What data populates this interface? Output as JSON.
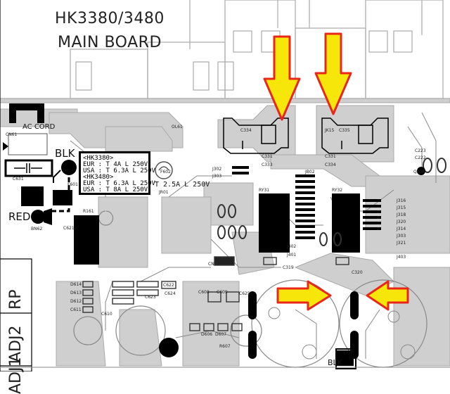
{
  "board": {
    "title_line1": "HK3380/3480",
    "title_line2": "MAIN BOARD"
  },
  "callouts": {
    "ac_cord": "AC CORD",
    "blk_top": "BLK",
    "red": "RED",
    "blk_bottom": "BLK"
  },
  "fuse_box": {
    "lines": [
      "<HK3380>",
      "EUR : T 4A L 250V",
      "USA : T 6.3A L 250V",
      "<HK3480>",
      "EUR : T 6.3A L 250V",
      "USA : T 8A L 250V"
    ]
  },
  "fuse_note": "T 2.5A L 250V",
  "side_labels": [
    "RP",
    "ADJ2",
    "ADJ1"
  ],
  "arrow_color": "#f7e60a",
  "arrow_outline": "#e8261a",
  "refs": {
    "ol61": "OL61",
    "cn61": "CN61",
    "f601": "F601",
    "f602": "F602",
    "bn62": "BN62",
    "c631": "C631",
    "jr01": "JR01",
    "r161": "R161",
    "c621": "C621",
    "jk15": "JK15",
    "c334": "C334",
    "c331": "C331",
    "c333": "C333",
    "c335": "C335",
    "c331b": "C331",
    "c334b": "C334",
    "j302": "J302",
    "j303": "J303",
    "jb02": "JB02",
    "ry31": "RY31",
    "ry32": "RY32",
    "c223": "C223",
    "c222": "C222",
    "q206": "Q206",
    "j316": "J316",
    "j315": "J315",
    "j318": "J318",
    "j320": "J320",
    "j314": "J314",
    "j303b": "J303",
    "j321": "J321",
    "j401": "J401",
    "j402": "J402",
    "j403": "J403",
    "cn73": "CN73",
    "c319": "C319",
    "c320": "C320",
    "d614": "D614",
    "c622": "C622",
    "c623": "C623",
    "c624": "C624",
    "c625": "C625",
    "d613": "D613",
    "d612": "D612",
    "c611": "C611",
    "c608": "C608",
    "c609": "C609",
    "c610": "C610",
    "d606": "D606",
    "d607": "D607",
    "r607": "R607"
  }
}
